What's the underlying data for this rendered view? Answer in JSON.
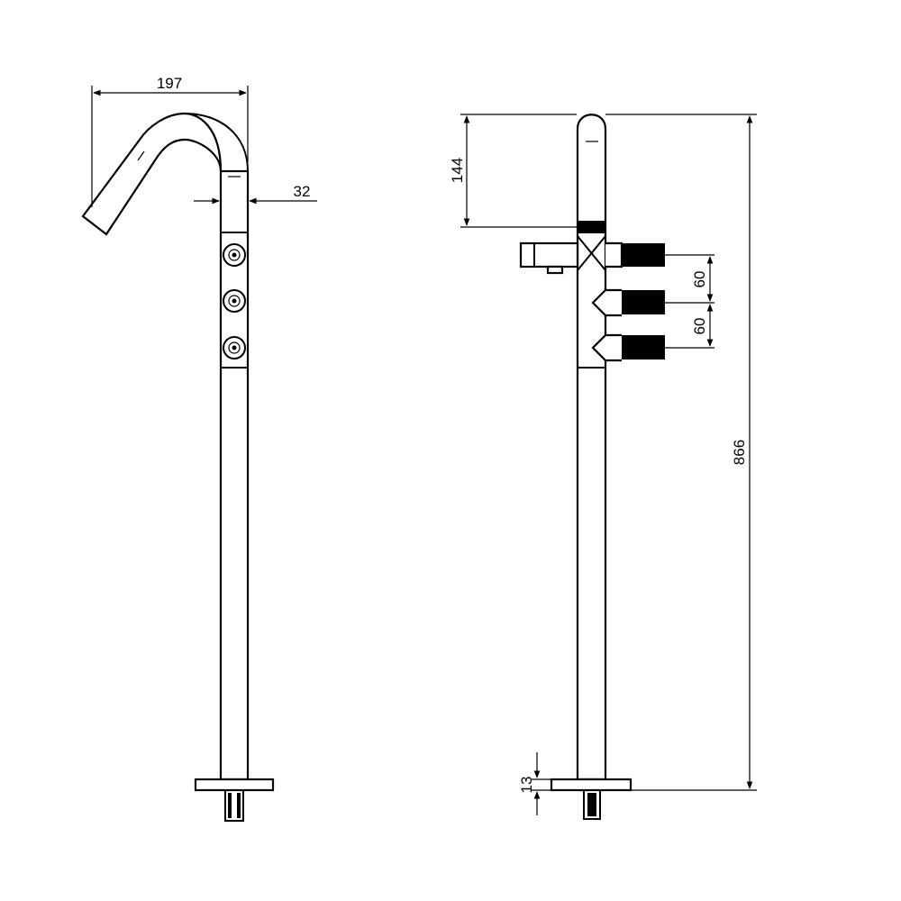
{
  "drawing": {
    "side_view": {
      "spout_reach": "197",
      "body_diameter": "32"
    },
    "front_view": {
      "spout_height": "144",
      "handle_spacing_upper": "60",
      "handle_spacing_lower": "60",
      "total_height": "866",
      "base_thickness": "13"
    }
  },
  "colors": {
    "line": "#000000",
    "background": "#ffffff"
  }
}
